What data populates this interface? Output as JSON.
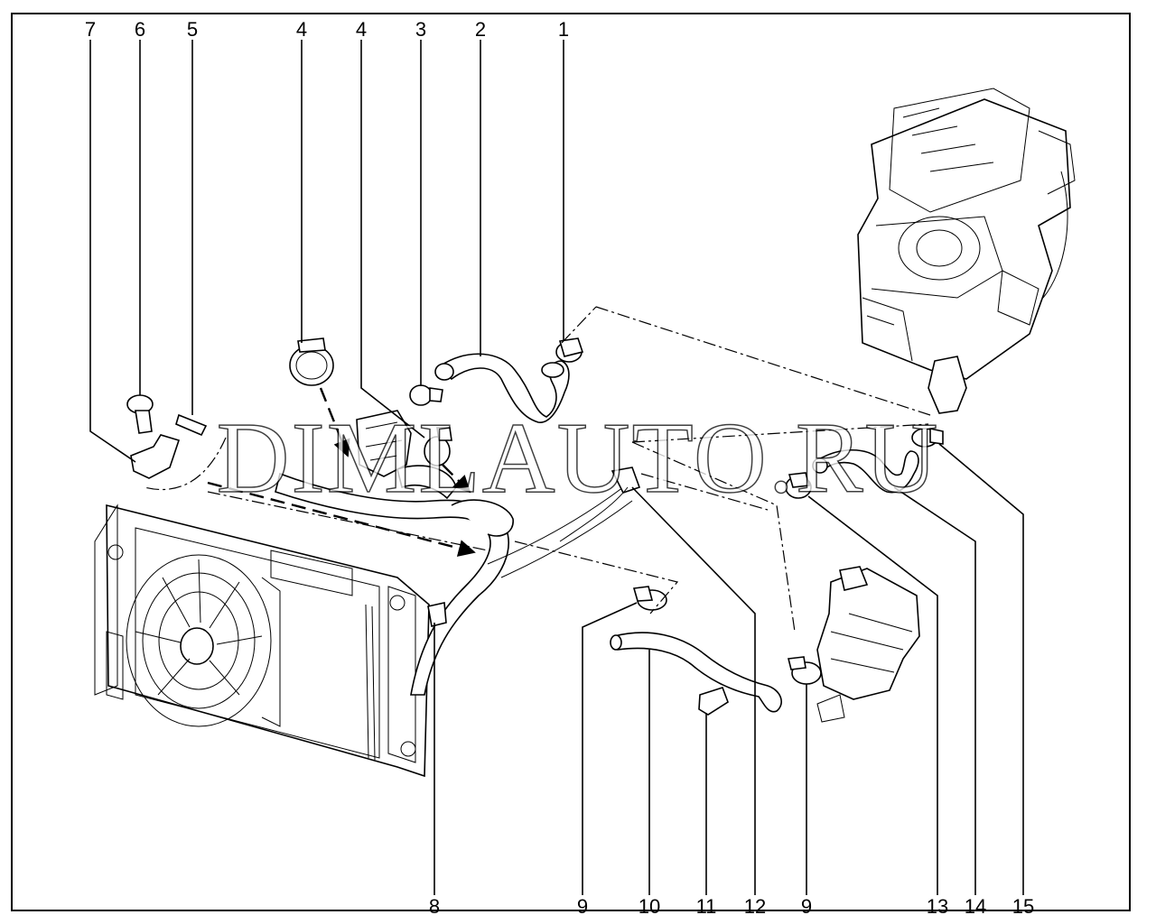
{
  "watermark": "DIMLAUTO.RU",
  "callouts": {
    "c1": "1",
    "c2": "2",
    "c3": "3",
    "c4a": "4",
    "c4b": "4",
    "c5": "5",
    "c6": "6",
    "c7": "7",
    "c8": "8",
    "c9a": "9",
    "c9b": "9",
    "c10": "10",
    "c11": "11",
    "c12": "12",
    "c13": "13",
    "c14": "14",
    "c15": "15"
  }
}
